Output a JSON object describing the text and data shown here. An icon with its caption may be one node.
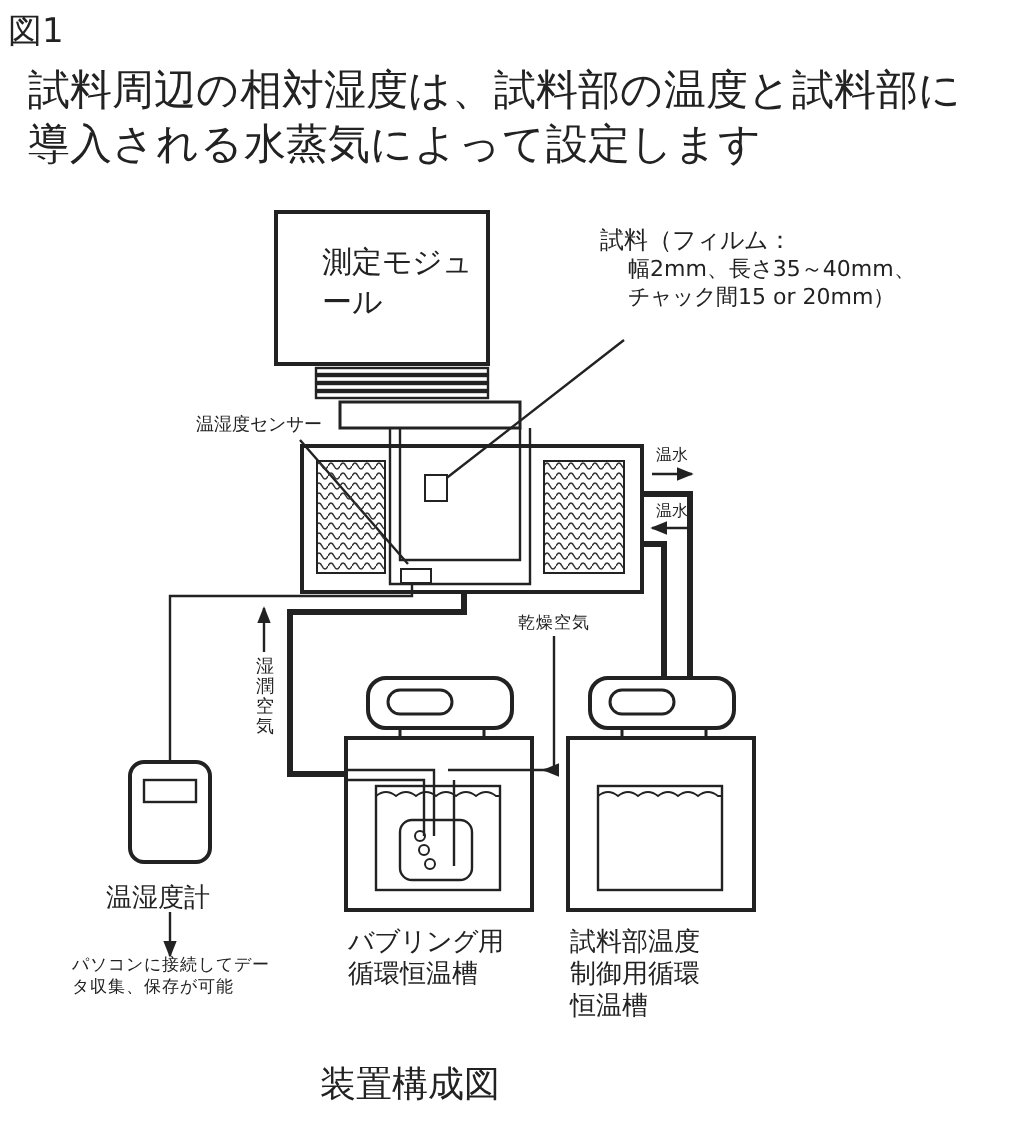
{
  "diagram": {
    "title": "図1",
    "caption": "装置構成図",
    "nodes": [
      {
        "text": [
          "測定モジュール"
        ]
      },
      {
        "text": [
          "試料（フィルム：",
          "幅2mm、長さ35～40mm、チャック間15 or 20mm）"
        ]
      },
      {
        "text": [
          "温湿度センサー"
        ]
      },
      {
        "text": [],
        "shape": "box"
      },
      {
        "text": [],
        "shape": "box",
        "in": 3
      },
      {
        "text": [],
        "shape": "box",
        "in": 3
      },
      {
        "text": [
          "温湿度計"
        ]
      },
      {
        "text": [
          "パソコンに接続してデータ収集、保存が可能"
        ]
      },
      {
        "text": [
          "バブリング用循環恒温槽"
        ]
      },
      {
        "text": [
          "試料部温度制御用循環恒温槽"
        ]
      }
    ],
    "edges": [
      {
        "from": 1,
        "to": 4,
        "arrow": "none"
      },
      {
        "from": 2,
        "to": 5,
        "arrow": "none"
      },
      {
        "from": 5,
        "to": 6,
        "arrow": "none"
      },
      {
        "from": 6,
        "to": 7,
        "arrow": "to"
      },
      {
        "from": 3,
        "to": 8,
        "arrow": "none",
        "style": "thick"
      },
      {
        "from": 3,
        "to": 9,
        "arrow": "none",
        "style": "thick"
      },
      {
        "from": 9,
        "to": 3,
        "arrow": "none",
        "style": "thick"
      },
      {
        "from": null,
        "to": 8,
        "arrow": "to",
        "label": "乾燥空気"
      }
    ],
    "labels": [
      "試料周辺の相対湿度は、試料部の温度と試料部に導入される水蒸気によって設定します",
      "温水",
      "温水",
      "湿潤空気"
    ]
  }
}
